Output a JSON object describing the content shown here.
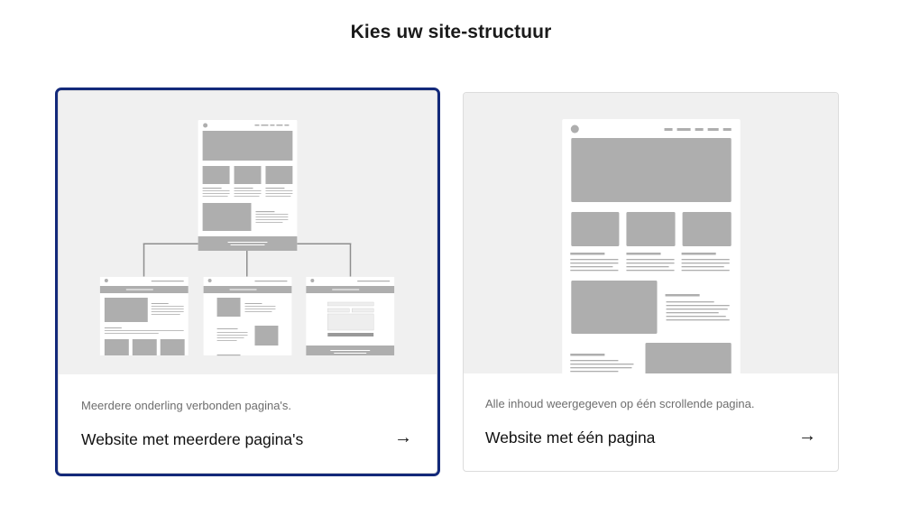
{
  "page": {
    "title": "Kies uw site-structuur"
  },
  "options": [
    {
      "id": "multi",
      "description": "Meerdere onderling verbonden pagina's.",
      "label": "Website met meerdere pagina's",
      "arrow": "→",
      "selected": true,
      "icon": "arrow-right-icon"
    },
    {
      "id": "single",
      "description": "Alle inhoud weergegeven op één scrollende pagina.",
      "label": "Website met één pagina",
      "arrow": "→",
      "selected": false,
      "icon": "arrow-right-icon"
    }
  ],
  "colors": {
    "selected_border": "#13297a",
    "preview_bg": "#f0f0f0",
    "wireframe_block": "#aeaeae"
  }
}
